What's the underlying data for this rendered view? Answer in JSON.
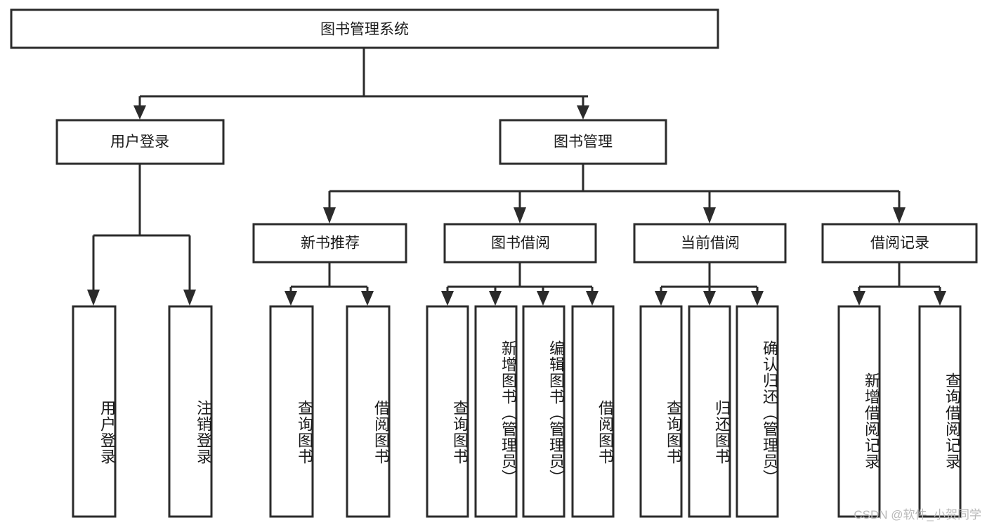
{
  "diagram": {
    "type": "tree",
    "title": "图书管理系统",
    "watermark": "CSDN @软件_小贺同学",
    "colors": {
      "box_stroke": "#2b2b2b",
      "box_fill": "#ffffff",
      "text": "#1a1a1a",
      "background": "#ffffff",
      "watermark": "#b9b9b9"
    },
    "root": {
      "label": "图书管理系统"
    },
    "level2": [
      {
        "label": "用户登录"
      },
      {
        "label": "图书管理"
      }
    ],
    "level3": [
      {
        "label": "新书推荐"
      },
      {
        "label": "图书借阅"
      },
      {
        "label": "当前借阅"
      },
      {
        "label": "借阅记录"
      }
    ],
    "leaves": {
      "user_login": [
        {
          "label": "用户登录"
        },
        {
          "label": "注销登录"
        }
      ],
      "new_book_recommend": [
        {
          "label": "查询图书"
        },
        {
          "label": "借阅图书"
        }
      ],
      "book_borrow": [
        {
          "label": "查询图书"
        },
        {
          "label": "新增图书（管理员）"
        },
        {
          "label": "编辑图书（管理员）"
        },
        {
          "label": "借阅图书"
        }
      ],
      "current_borrow": [
        {
          "label": "查询图书"
        },
        {
          "label": "归还图书"
        },
        {
          "label": "确认归还（管理员）"
        }
      ],
      "borrow_record": [
        {
          "label": "新增借阅记录"
        },
        {
          "label": "查询借阅记录"
        }
      ]
    }
  }
}
